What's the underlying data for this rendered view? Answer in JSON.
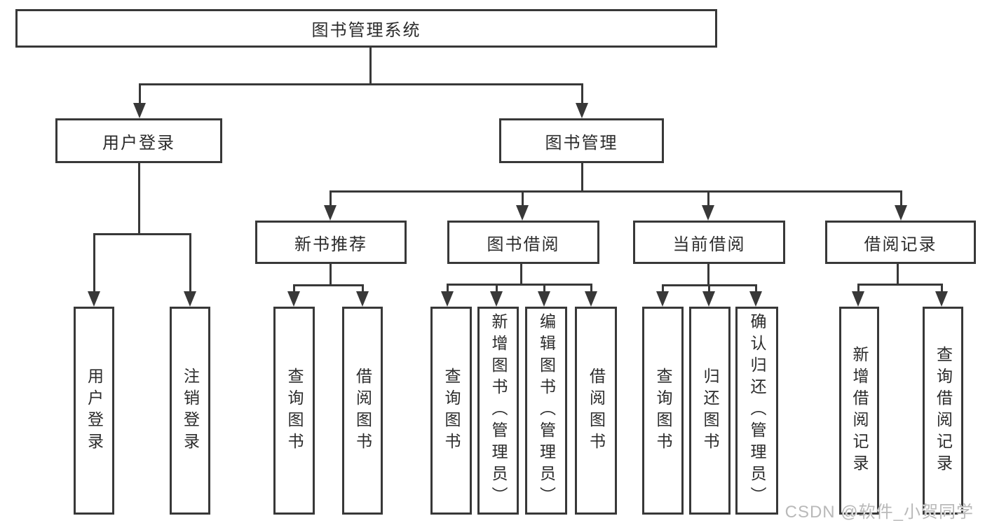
{
  "diagram": {
    "title": "图书管理系统",
    "watermark": "CSDN @软件_小贺同学",
    "colors": {
      "line": "#383838",
      "text": "#2b2b2b",
      "box_background": "#ffffff",
      "watermark": "#b9b9b9"
    },
    "tree": {
      "label": "图书管理系统",
      "children": [
        {
          "label": "用户登录",
          "children": [
            {
              "label": "用户登录"
            },
            {
              "label": "注销登录"
            }
          ]
        },
        {
          "label": "图书管理",
          "children": [
            {
              "label": "新书推荐",
              "children": [
                {
                  "label": "查询图书"
                },
                {
                  "label": "借阅图书"
                }
              ]
            },
            {
              "label": "图书借阅",
              "children": [
                {
                  "label": "查询图书"
                },
                {
                  "label": "新增图书（管理员）"
                },
                {
                  "label": "编辑图书（管理员）"
                },
                {
                  "label": "借阅图书"
                }
              ]
            },
            {
              "label": "当前借阅",
              "children": [
                {
                  "label": "查询图书"
                },
                {
                  "label": "归还图书"
                },
                {
                  "label": "确认归还（管理员）"
                }
              ]
            },
            {
              "label": "借阅记录",
              "children": [
                {
                  "label": "新增借阅记录"
                },
                {
                  "label": "查询借阅记录"
                }
              ]
            }
          ]
        }
      ]
    }
  }
}
